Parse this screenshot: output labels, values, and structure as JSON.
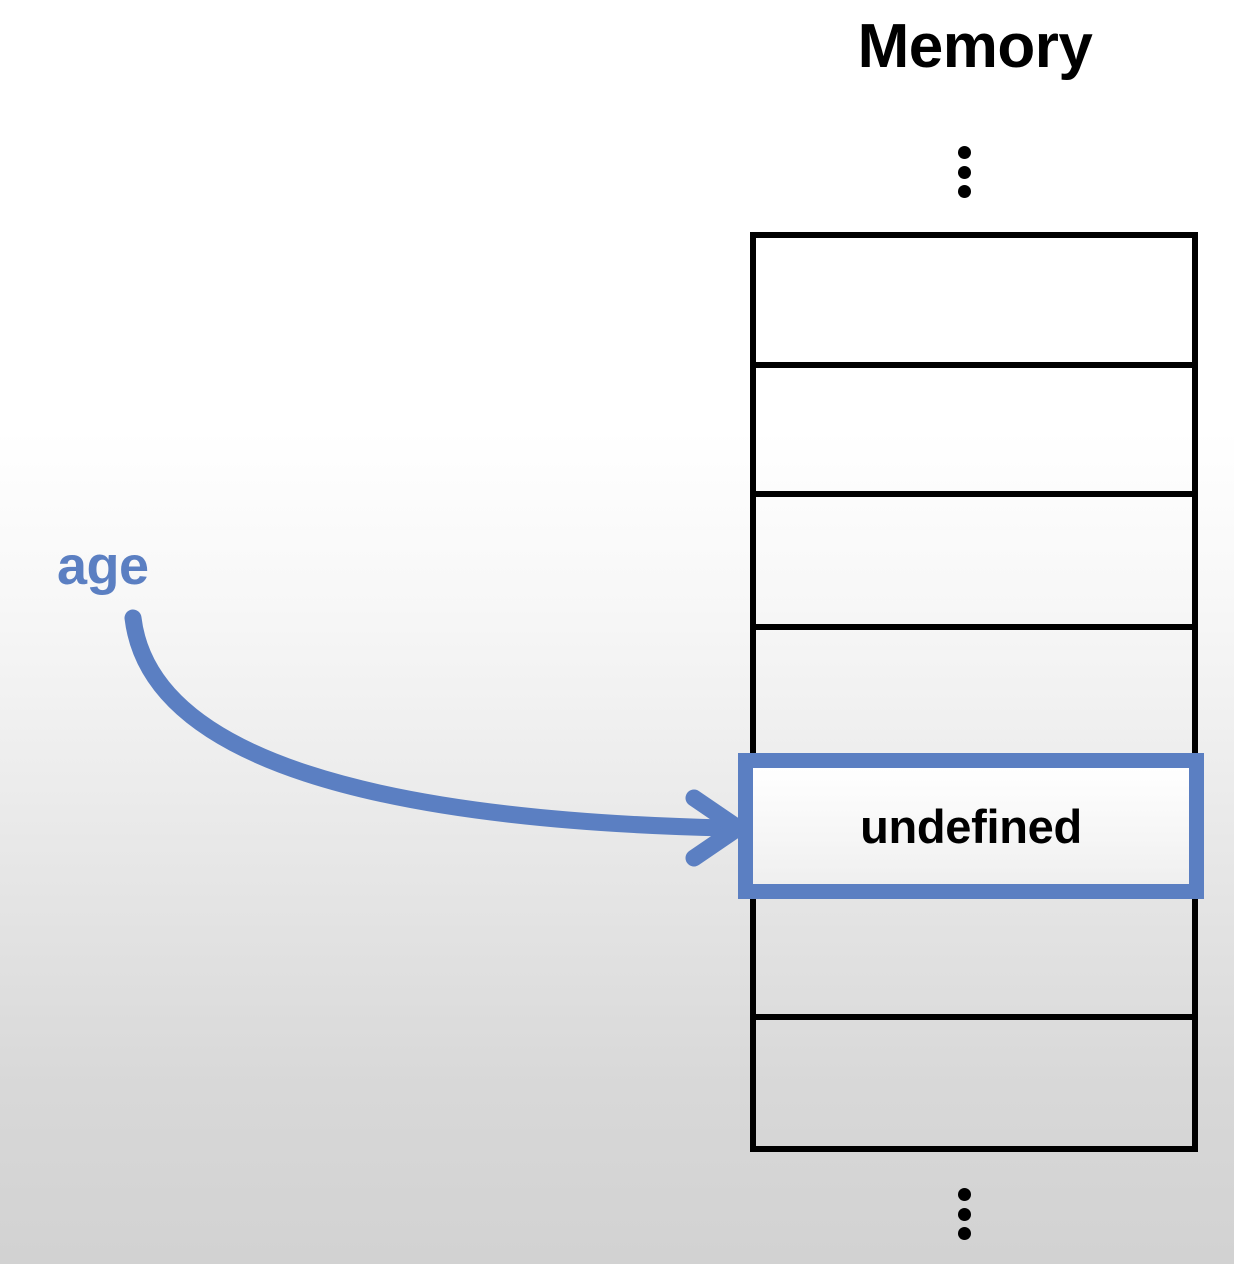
{
  "diagram": {
    "title": "Memory",
    "type": "memory-cell-diagram",
    "description": "A variable name 'age' points with a curved arrow to a highlighted memory cell containing the value 'undefined'.",
    "colors": {
      "accent_blue": "#5B7FC2",
      "cell_border": "#000000",
      "text": "#000000",
      "background_top": "#FFFFFF",
      "background_bottom": "#D2D2D2"
    }
  },
  "memory": {
    "title": "Memory",
    "ellipsis_top": "⋮",
    "ellipsis_bottom": "⋮",
    "cells": [
      {
        "index": 0,
        "value": "",
        "highlighted": false
      },
      {
        "index": 1,
        "value": "",
        "highlighted": false
      },
      {
        "index": 2,
        "value": "",
        "highlighted": false
      },
      {
        "index": 3,
        "value": "",
        "highlighted": false
      },
      {
        "index": 4,
        "value": "undefined",
        "highlighted": true
      },
      {
        "index": 5,
        "value": "",
        "highlighted": false
      },
      {
        "index": 6,
        "value": "",
        "highlighted": false
      }
    ]
  },
  "pointer": {
    "variable_label": "age",
    "target_cell_index": 4,
    "arrow_style": "curved-open-arrowhead"
  }
}
